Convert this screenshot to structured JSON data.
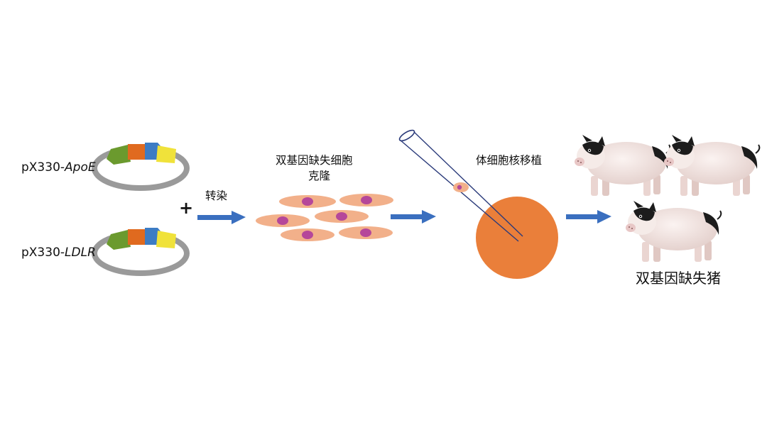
{
  "plasmids": [
    {
      "prefix": "pX330-",
      "gene": "ApoE"
    },
    {
      "prefix": "pX330-",
      "gene": "LDLR"
    }
  ],
  "plus_sign": "+",
  "steps": {
    "transfection": "转染",
    "cell_clone_line1": "双基因缺失细胞",
    "cell_clone_line2": "克隆",
    "nuclear_transfer": "体细胞核移植"
  },
  "result": "双基因缺失猪",
  "colors": {
    "arrow": "#3a6fbf",
    "plasmid_ring": "#9a9a9a",
    "segment_green": "#6b9a2e",
    "segment_orange": "#e06a1f",
    "segment_blue": "#3c7cc4",
    "segment_yellow": "#f0e23a",
    "cell_body": "#f2b08a",
    "cell_nucleus": "#b5479a",
    "oocyte": "#ea7f3a",
    "pig_body": "#f2e4e1",
    "pig_black": "#1c1c1c"
  }
}
